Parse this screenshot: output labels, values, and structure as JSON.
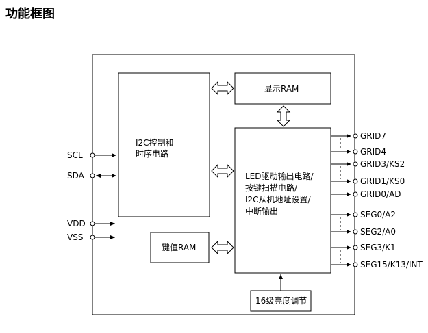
{
  "title": "功能框图",
  "blocks": {
    "i2c_ctrl": [
      "I2C控制和",
      "时序电路"
    ],
    "display_ram": [
      "显示RAM"
    ],
    "led_driver": [
      "LED驱动输出电路/",
      "按键扫描电路/",
      "I2C从机地址设置/",
      "中断输出"
    ],
    "key_ram": [
      "键值RAM"
    ],
    "brightness": [
      "16级亮度调节"
    ]
  },
  "left_pins": [
    "SCL",
    "SDA",
    "VDD",
    "VSS"
  ],
  "right_pins": [
    "GRID7",
    "GRID4",
    "GRID3/KS2",
    "GRID1/KS0",
    "GRID0/AD",
    "SEG0/A2",
    "SEG2/A0",
    "SEG3/K1",
    "SEG15/K13/INT"
  ]
}
